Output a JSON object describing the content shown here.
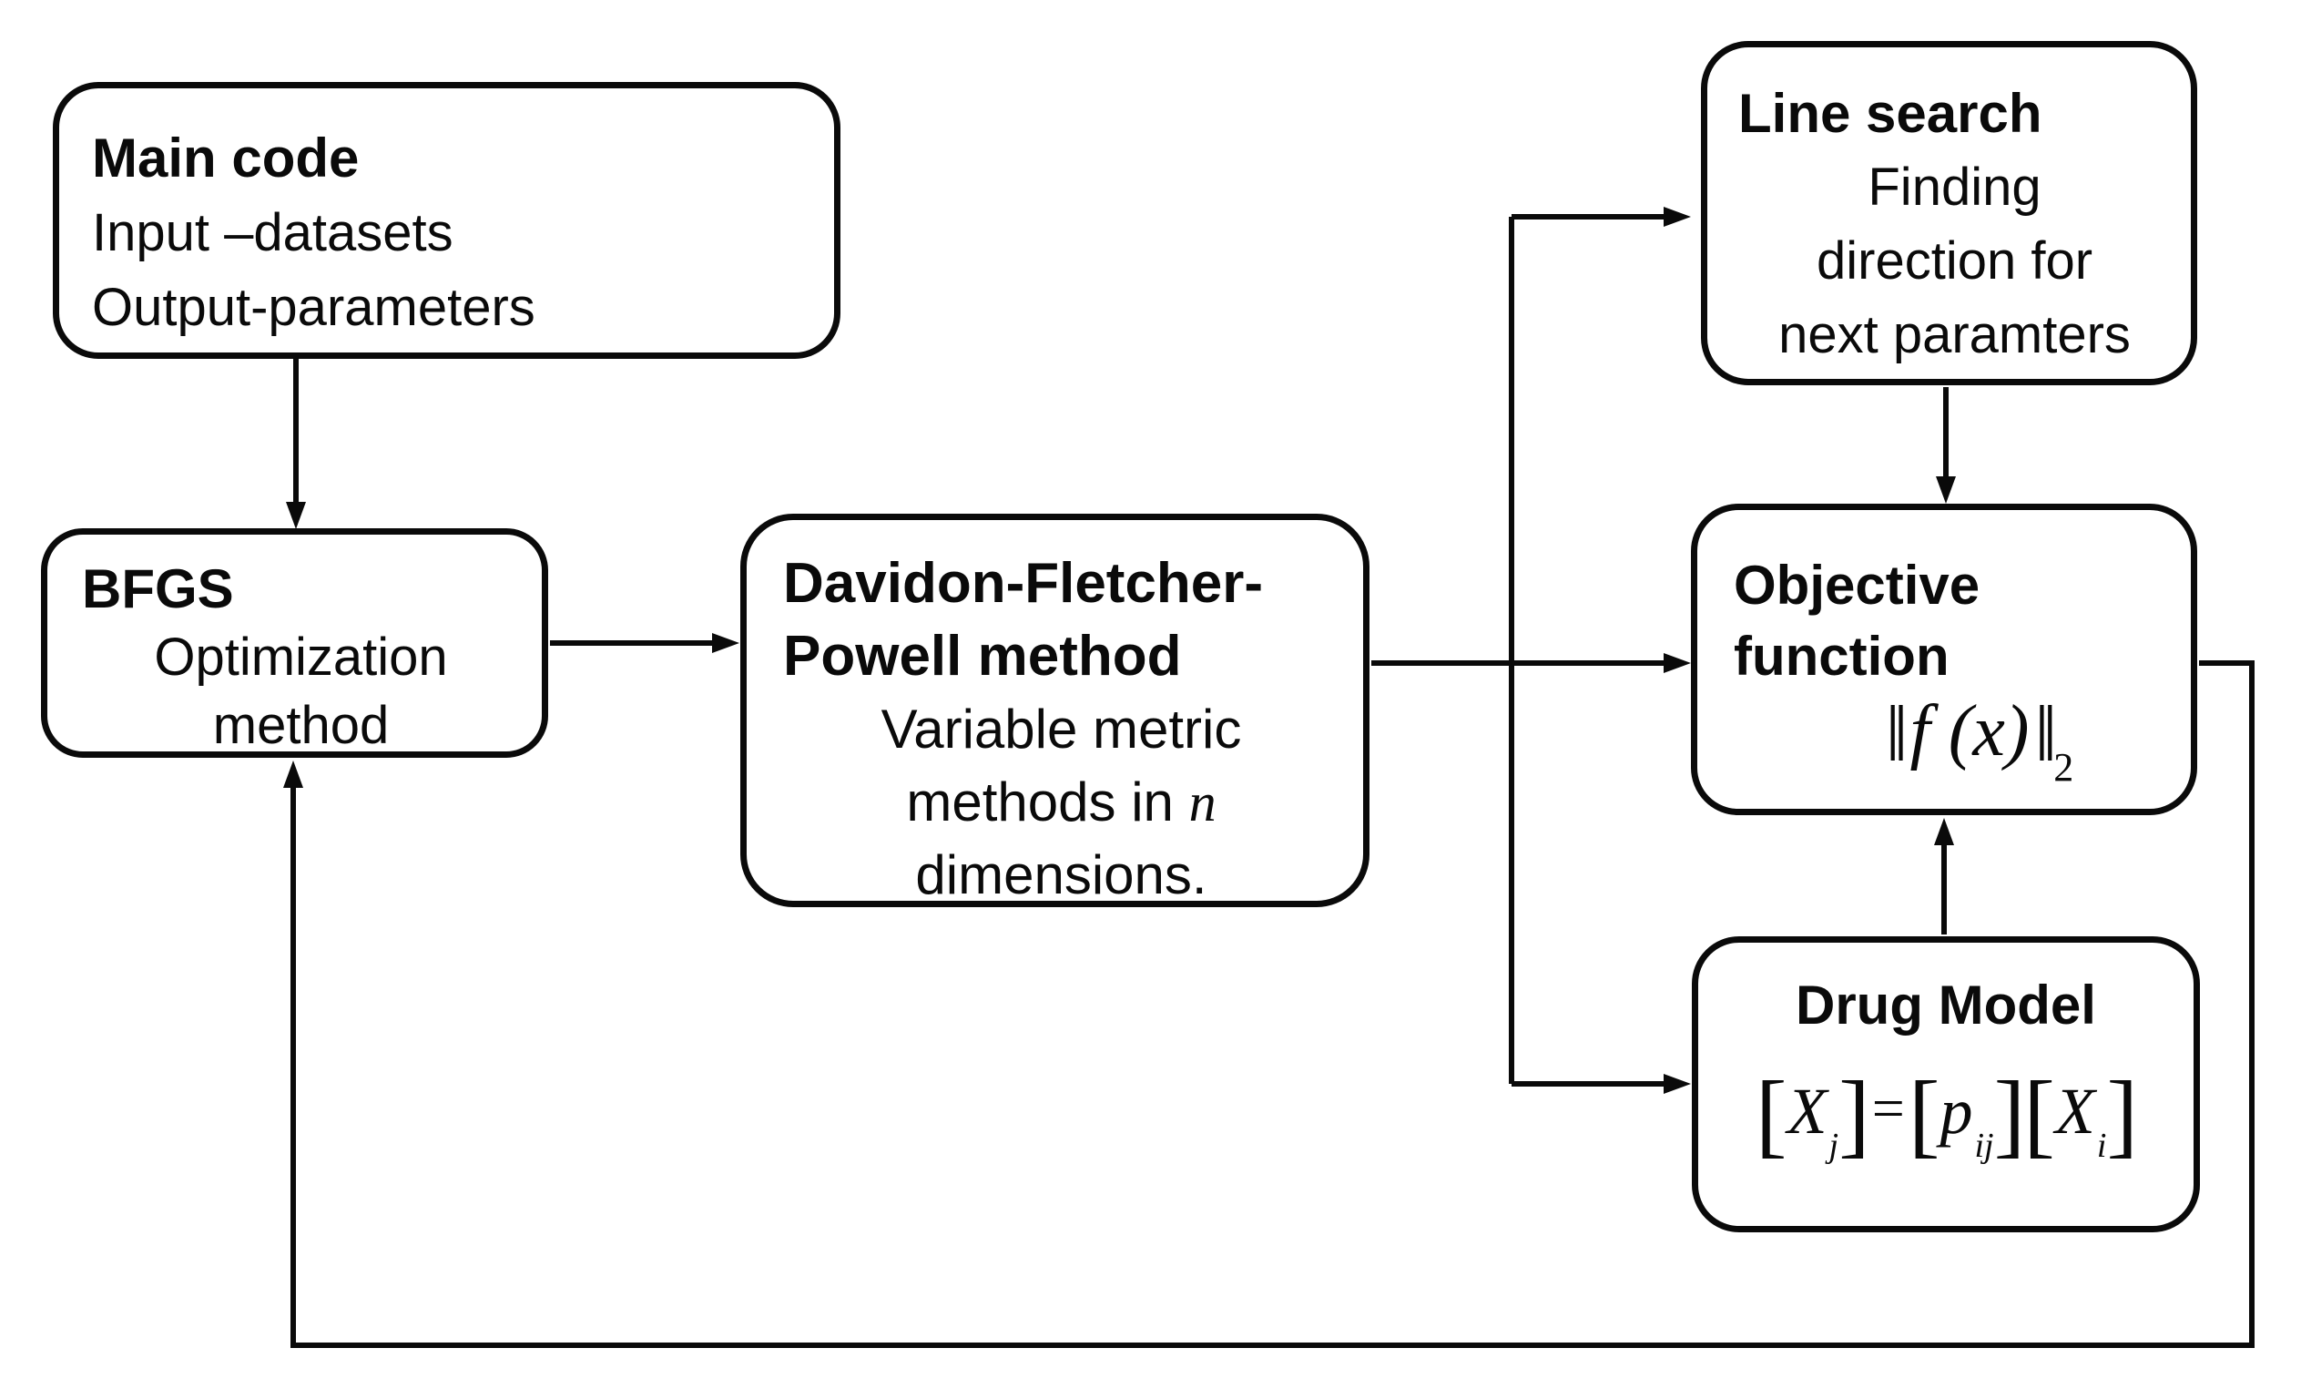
{
  "diagram": {
    "colors": {
      "background": "#ffffff",
      "stroke": "#0a0a0a",
      "text": "#0a0a0a"
    },
    "boxes": {
      "main_code": {
        "title": "Main code",
        "line1": "Input –datasets",
        "line2": "Output-parameters"
      },
      "bfgs": {
        "title": "BFGS",
        "line1": "Optimization",
        "line2": "method"
      },
      "dfp": {
        "title_line1": "Davidon-Fletcher-",
        "title_line2": "Powell method",
        "body_line1": "Variable metric",
        "body_line2_prefix": "methods in ",
        "body_line2_var": "n",
        "body_line3": "dimensions."
      },
      "line_search": {
        "title": "Line search",
        "line1": "Finding",
        "line2": "direction for",
        "line3": "next paramters"
      },
      "objective_function": {
        "title_line1": "Objective",
        "title_line2": "function",
        "formula": {
          "norm_left": "‖",
          "body": "f (x)",
          "norm_right": "‖",
          "subscript": "2"
        }
      },
      "drug_model": {
        "title": "Drug Model",
        "formula": {
          "lb1": "[",
          "v1": "X",
          "s1": "j",
          "rb1": "]",
          "eq": "=",
          "lb2": "[",
          "v2": "p",
          "s2": "ij",
          "rb2": "]",
          "lb3": "[",
          "v3": "X",
          "s3": "i",
          "rb3": "]"
        }
      }
    }
  }
}
